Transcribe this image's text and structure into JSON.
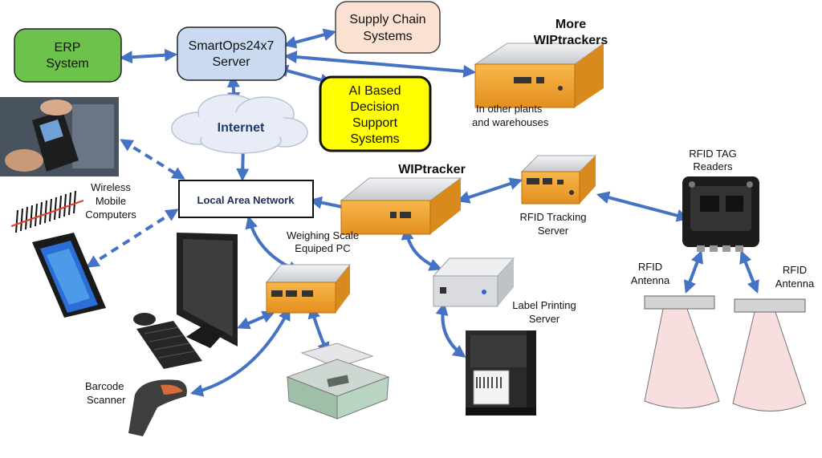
{
  "nodes": {
    "erp": {
      "line1": "ERP",
      "line2": "System",
      "color": "#6cc24a"
    },
    "server": {
      "line1": "SmartOps24x7",
      "line2": "Server",
      "color": "#c9daf1"
    },
    "supply_chain": {
      "line1": "Supply Chain",
      "line2": "Systems",
      "color": "#fbe1d1"
    },
    "ai": {
      "line1": "AI Based",
      "line2": "Decision",
      "line3": "Support",
      "line4": "Systems",
      "color": "#ffff00"
    },
    "internet": {
      "label": "Internet"
    },
    "lan": {
      "label": "Local Area Network"
    }
  },
  "labels": {
    "more_wip_line1": "More",
    "more_wip_line2": "WIPtrackers",
    "other_plants_line1": "In other plants",
    "other_plants_line2": "and warehouses",
    "wiptracker": "WIPtracker",
    "rfid_tracking_line1": "RFID Tracking",
    "rfid_tracking_line2": "Server",
    "rfid_readers_line1": "RFID TAG",
    "rfid_readers_line2": "Readers",
    "wireless_line1": "Wireless",
    "wireless_line2": "Mobile",
    "wireless_line3": "Computers",
    "weighing_line1": "Weighing Scale",
    "weighing_line2": "Equiped PC",
    "label_printing_line1": "Label Printing",
    "label_printing_line2": "Server",
    "antenna1_line1": "RFID",
    "antenna1_line2": "Antenna",
    "antenna2_line1": "RFID",
    "antenna2_line2": "Antenna",
    "barcode_line1": "Barcode",
    "barcode_line2": "Scanner"
  },
  "colors": {
    "arrow": "#4472c4",
    "device_orange": "#f0a030",
    "device_silver": "#d5d7da",
    "cone": "#f8dede"
  }
}
